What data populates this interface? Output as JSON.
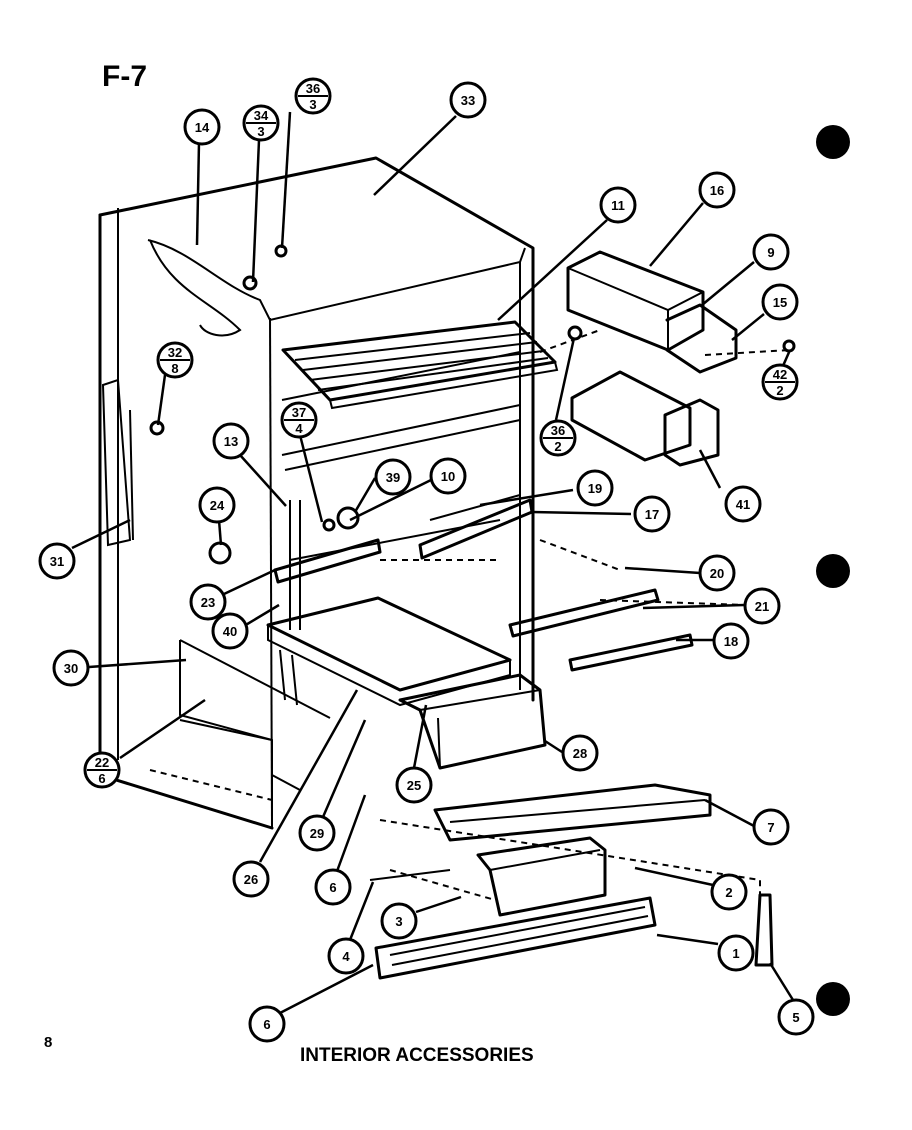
{
  "figure_label": "F-7",
  "page_number": "8",
  "caption": "INTERIOR ACCESSORIES",
  "callouts": [
    {
      "id": "c33",
      "num": "33"
    },
    {
      "id": "c14",
      "num": "14"
    },
    {
      "id": "c34",
      "num": "34",
      "qty": "3"
    },
    {
      "id": "c36a",
      "num": "36",
      "qty": "3"
    },
    {
      "id": "c11",
      "num": "11"
    },
    {
      "id": "c16",
      "num": "16"
    },
    {
      "id": "c9",
      "num": "9"
    },
    {
      "id": "c15",
      "num": "15"
    },
    {
      "id": "c42",
      "num": "42",
      "qty": "2"
    },
    {
      "id": "c32",
      "num": "32",
      "qty": "8"
    },
    {
      "id": "c36b",
      "num": "36",
      "qty": "2"
    },
    {
      "id": "c37",
      "num": "37",
      "qty": "4"
    },
    {
      "id": "c41",
      "num": "41"
    },
    {
      "id": "c13",
      "num": "13"
    },
    {
      "id": "c39",
      "num": "39"
    },
    {
      "id": "c10",
      "num": "10"
    },
    {
      "id": "c19",
      "num": "19"
    },
    {
      "id": "c17",
      "num": "17"
    },
    {
      "id": "c24",
      "num": "24"
    },
    {
      "id": "c31",
      "num": "31"
    },
    {
      "id": "c20",
      "num": "20"
    },
    {
      "id": "c23",
      "num": "23"
    },
    {
      "id": "c21",
      "num": "21"
    },
    {
      "id": "c40",
      "num": "40"
    },
    {
      "id": "c18",
      "num": "18"
    },
    {
      "id": "c30",
      "num": "30"
    },
    {
      "id": "c28",
      "num": "28"
    },
    {
      "id": "c22",
      "num": "22",
      "qty": "6"
    },
    {
      "id": "c25",
      "num": "25"
    },
    {
      "id": "c7",
      "num": "7"
    },
    {
      "id": "c29",
      "num": "29"
    },
    {
      "id": "c26",
      "num": "26"
    },
    {
      "id": "c6a",
      "num": "6"
    },
    {
      "id": "c2",
      "num": "2"
    },
    {
      "id": "c3",
      "num": "3"
    },
    {
      "id": "c4",
      "num": "4"
    },
    {
      "id": "c1",
      "num": "1"
    },
    {
      "id": "c5",
      "num": "5"
    },
    {
      "id": "c6b",
      "num": "6"
    }
  ]
}
